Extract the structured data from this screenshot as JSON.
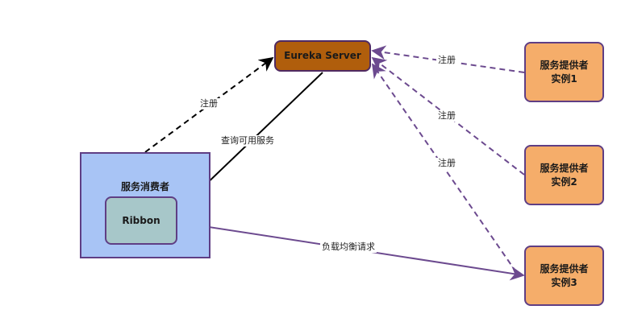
{
  "nodes": {
    "eureka_server": "Eureka Server",
    "consumer": "服务消费者",
    "ribbon": "Ribbon",
    "providers": [
      {
        "line1": "服务提供者",
        "line2": "实例1"
      },
      {
        "line1": "服务提供者",
        "line2": "实例2"
      },
      {
        "line1": "服务提供者",
        "line2": "实例3"
      }
    ]
  },
  "edge_labels": {
    "consumer_register": "注册",
    "query_services": "查询可用服务",
    "provider1_register": "注册",
    "provider2_register": "注册",
    "provider3_register": "注册",
    "load_balance": "负载均衡请求"
  },
  "colors": {
    "eureka_fill": "#b05e0c",
    "consumer_fill": "#a8c4f5",
    "ribbon_fill": "#a7c7c9",
    "provider_fill": "#f5ad6a",
    "purple_edge": "#6c4a8f",
    "black_edge": "#000000"
  }
}
